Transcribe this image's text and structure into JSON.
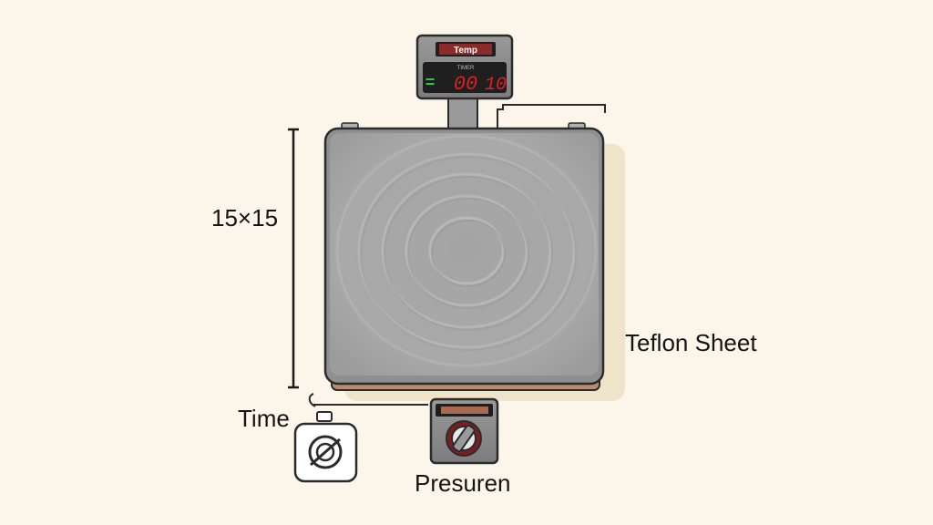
{
  "labels": {
    "dimension": "15×15",
    "teflon": "Teflon Sheet",
    "time": "Time",
    "pressure": "Presuren"
  },
  "display": {
    "title": "Temp",
    "sub_label": "TIMER",
    "readout_main": "00",
    "readout_right": "10",
    "readout_left": "="
  },
  "colors": {
    "background": "#fbf6e9",
    "platen": "#a9a9a9",
    "platen_edge": "#8f8f8f",
    "outline": "#2b2b2b",
    "shadow": "#efe4c9",
    "led_red": "#e02020",
    "led_green": "#2ec840",
    "panel_dark": "#1f1f1f",
    "bezel": "#8a8a8a"
  },
  "icons": [
    "timer-icon",
    "pressure-knob-icon",
    "temperature-display-icon"
  ]
}
